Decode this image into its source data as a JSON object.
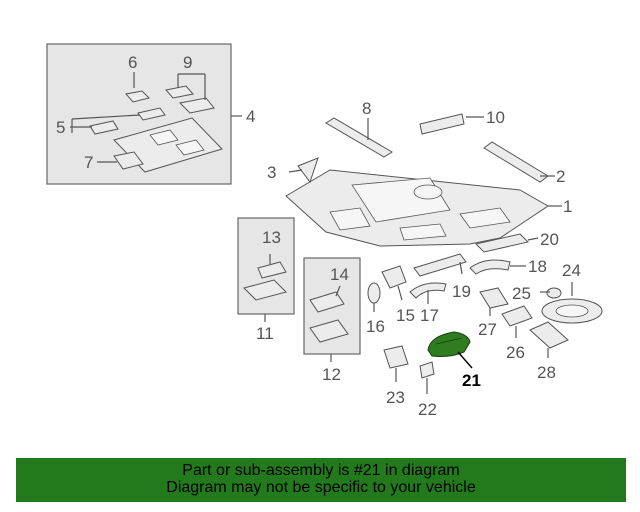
{
  "diagram": {
    "highlighted_part": "21",
    "colors": {
      "highlight": "#2e7d1f",
      "banner_bg": "#227a1c",
      "line": "#555555",
      "box_fill": "#e6e6e6"
    },
    "callouts": {
      "c1": "1",
      "c2": "2",
      "c3": "3",
      "c4": "4",
      "c5": "5",
      "c6": "6",
      "c7": "7",
      "c8": "8",
      "c9": "9",
      "c10": "10",
      "c11": "11",
      "c12": "12",
      "c13": "13",
      "c14": "14",
      "c15": "15",
      "c16": "16",
      "c17": "17",
      "c18": "18",
      "c19": "19",
      "c20": "20",
      "c21": "21",
      "c22": "22",
      "c23": "23",
      "c24": "24",
      "c25": "25",
      "c26": "26",
      "c27": "27",
      "c28": "28"
    }
  },
  "banner": {
    "line1": "Part or sub-assembly is #21 in diagram",
    "line2": "Diagram may not be specific to your vehicle"
  }
}
